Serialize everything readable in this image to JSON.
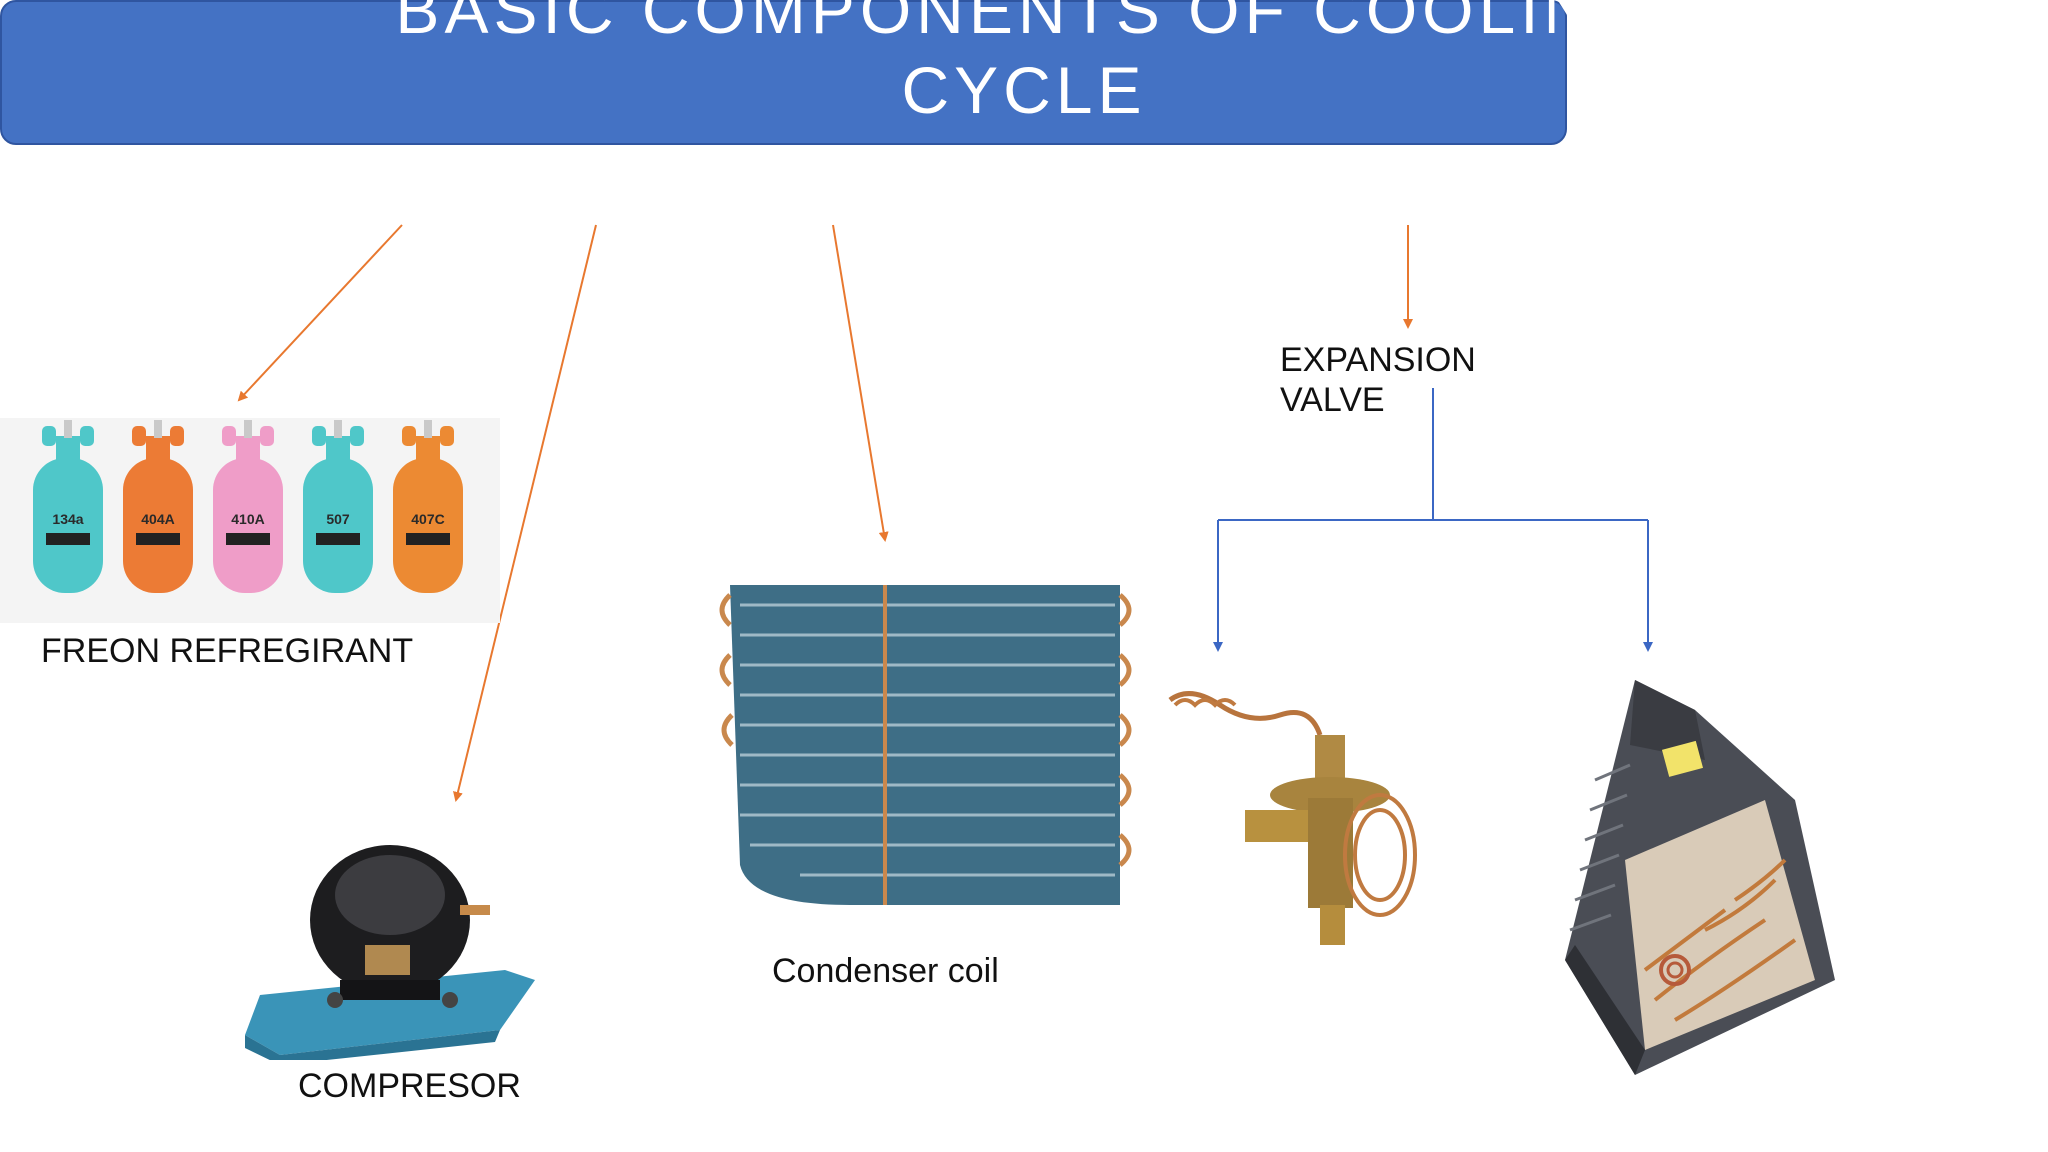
{
  "title": {
    "line1": "BASIC COMPONENTS OF COOLING",
    "line2": "CYCLE"
  },
  "labels": {
    "freon": "FREON REFREGIRANT",
    "compresor": "COMPRESOR",
    "condenser": "Condenser coil",
    "expansion_line1": "EXPANSION",
    "expansion_line2": "VALVE"
  },
  "cylinders": [
    {
      "label": "134a",
      "color": "#4fc7c9"
    },
    {
      "label": "404A",
      "color": "#ec7b35"
    },
    {
      "label": "410A",
      "color": "#ef9dc8"
    },
    {
      "label": "507",
      "color": "#4fc7c9"
    },
    {
      "label": "407C",
      "color": "#ec8a33"
    }
  ],
  "colors": {
    "title_fill": "#4472c4",
    "arrow_orange": "#e8782f",
    "arrow_blue": "#3b67c4"
  }
}
